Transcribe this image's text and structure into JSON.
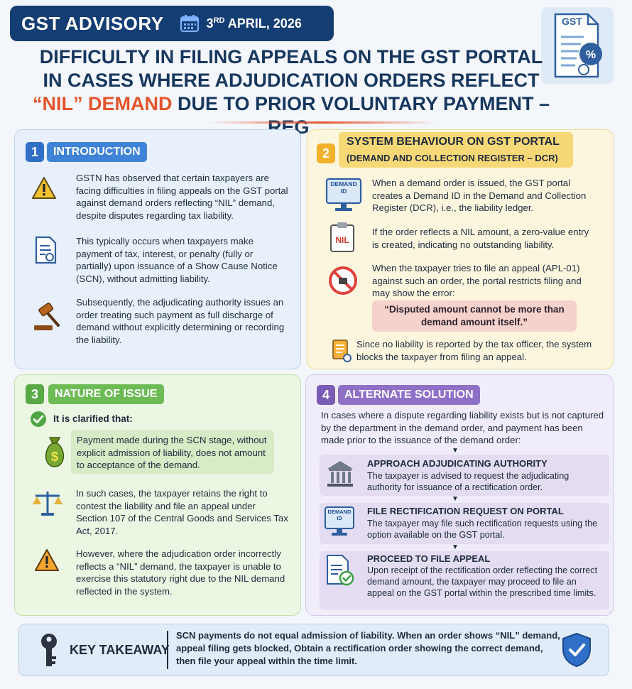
{
  "header": {
    "brand": "GST ADVISORY",
    "date_day": "3",
    "date_suffix": "RD",
    "date_rest": " APRIL, 2026",
    "title_line1": "DIFFICULTY IN FILING APPEALS ON THE GST PORTAL",
    "title_line2": "IN CASES WHERE ADJUDICATION ORDERS REFLECT",
    "title_line3_highlight": "“NIL” DEMAND",
    "title_line3_rest": " DUE TO PRIOR VOLUNTARY PAYMENT – REG.",
    "doc_icon_label": "GST",
    "accent_color": "#e4542a",
    "navy_color": "#143d73"
  },
  "sections": {
    "intro": {
      "number": "1",
      "label": "INTRODUCTION",
      "items": [
        "GSTN has observed that certain taxpayers are facing difficulties in filing appeals on the GST portal against demand orders reflecting “NIL” demand, despite disputes regarding tax liability.",
        "This typically occurs when taxpayers make payment of tax, interest, or penalty (fully or partially) upon issuance of a Show Cause Notice (SCN), without admitting liability.",
        "Subsequently, the adjudicating authority issues an order treating such payment as full discharge of demand without explicitly determining or recording the liability."
      ],
      "icons": [
        "warning-icon",
        "document-icon",
        "gavel-icon"
      ]
    },
    "system": {
      "number": "2",
      "label": "SYSTEM BEHAVIOUR ON GST PORTAL",
      "sublabel": "(DEMAND AND COLLECTION REGISTER – DCR)",
      "monitor_label": "DEMAND ID",
      "nil_label": "NIL",
      "items": [
        "When a demand order is issued, the GST portal creates a Demand ID in the Demand and Collection Register (DCR), i.e., the liability ledger.",
        "If the order reflects a NIL amount, a zero-value entry is created, indicating no outstanding liability.",
        "When the taxpayer tries to file an appeal (APL-01) against such an order, the portal restricts filing and may show the error:"
      ],
      "error_quote": "“Disputed amount cannot be more than demand amount itself.”",
      "footer": "Since no liability is reported by the tax officer, the system blocks the taxpayer from filing an appeal."
    },
    "nature": {
      "number": "3",
      "label": "NATURE OF ISSUE",
      "clarified": "It is clarified that:",
      "highlight": "Payment made during the SCN stage, without explicit admission of liability, does not amount to acceptance of the demand.",
      "items": [
        "In such cases, the taxpayer retains the right to contest the liability and file an appeal under Section 107 of the Central Goods and Services Tax Act, 2017.",
        "However, where the adjudication order incorrectly reflects a “NIL” demand, the taxpayer is unable to exercise this statutory right due to the NIL demand reflected in the system."
      ]
    },
    "solution": {
      "number": "4",
      "label": "ALTERNATE SOLUTION",
      "intro": "In cases where a dispute regarding liability exists but is not captured by the department in the demand order, and payment has been made prior to the issuance of the demand order:",
      "steps": [
        {
          "title": "APPROACH ADJUDICATING AUTHORITY",
          "text": "The taxpayer is advised to request the adjudicating authority for issuance of a rectification order."
        },
        {
          "title": "FILE RECTIFICATION REQUEST ON PORTAL",
          "text": "The taxpayer may file such rectification requests using the option available on the GST portal."
        },
        {
          "title": "PROCEED TO FILE APPEAL",
          "text": "Upon receipt of the rectification order reflecting the correct demand amount, the taxpayer may proceed to file an appeal on the GST portal within the prescribed time limits."
        }
      ],
      "monitor_label": "DEMAND ID"
    }
  },
  "takeaway": {
    "label": "KEY TAKEAWAY",
    "text": "SCN payments do not equal admission of liability. When an order shows “NIL” demand, appeal filing gets blocked, Obtain a rectification order showing the correct demand, then file your appeal within the time limit."
  },
  "colors": {
    "intro_blue": "#2f6fc5",
    "system_yellow": "#f2b12a",
    "nature_green": "#58a845",
    "solution_purple": "#7a5bb5"
  }
}
